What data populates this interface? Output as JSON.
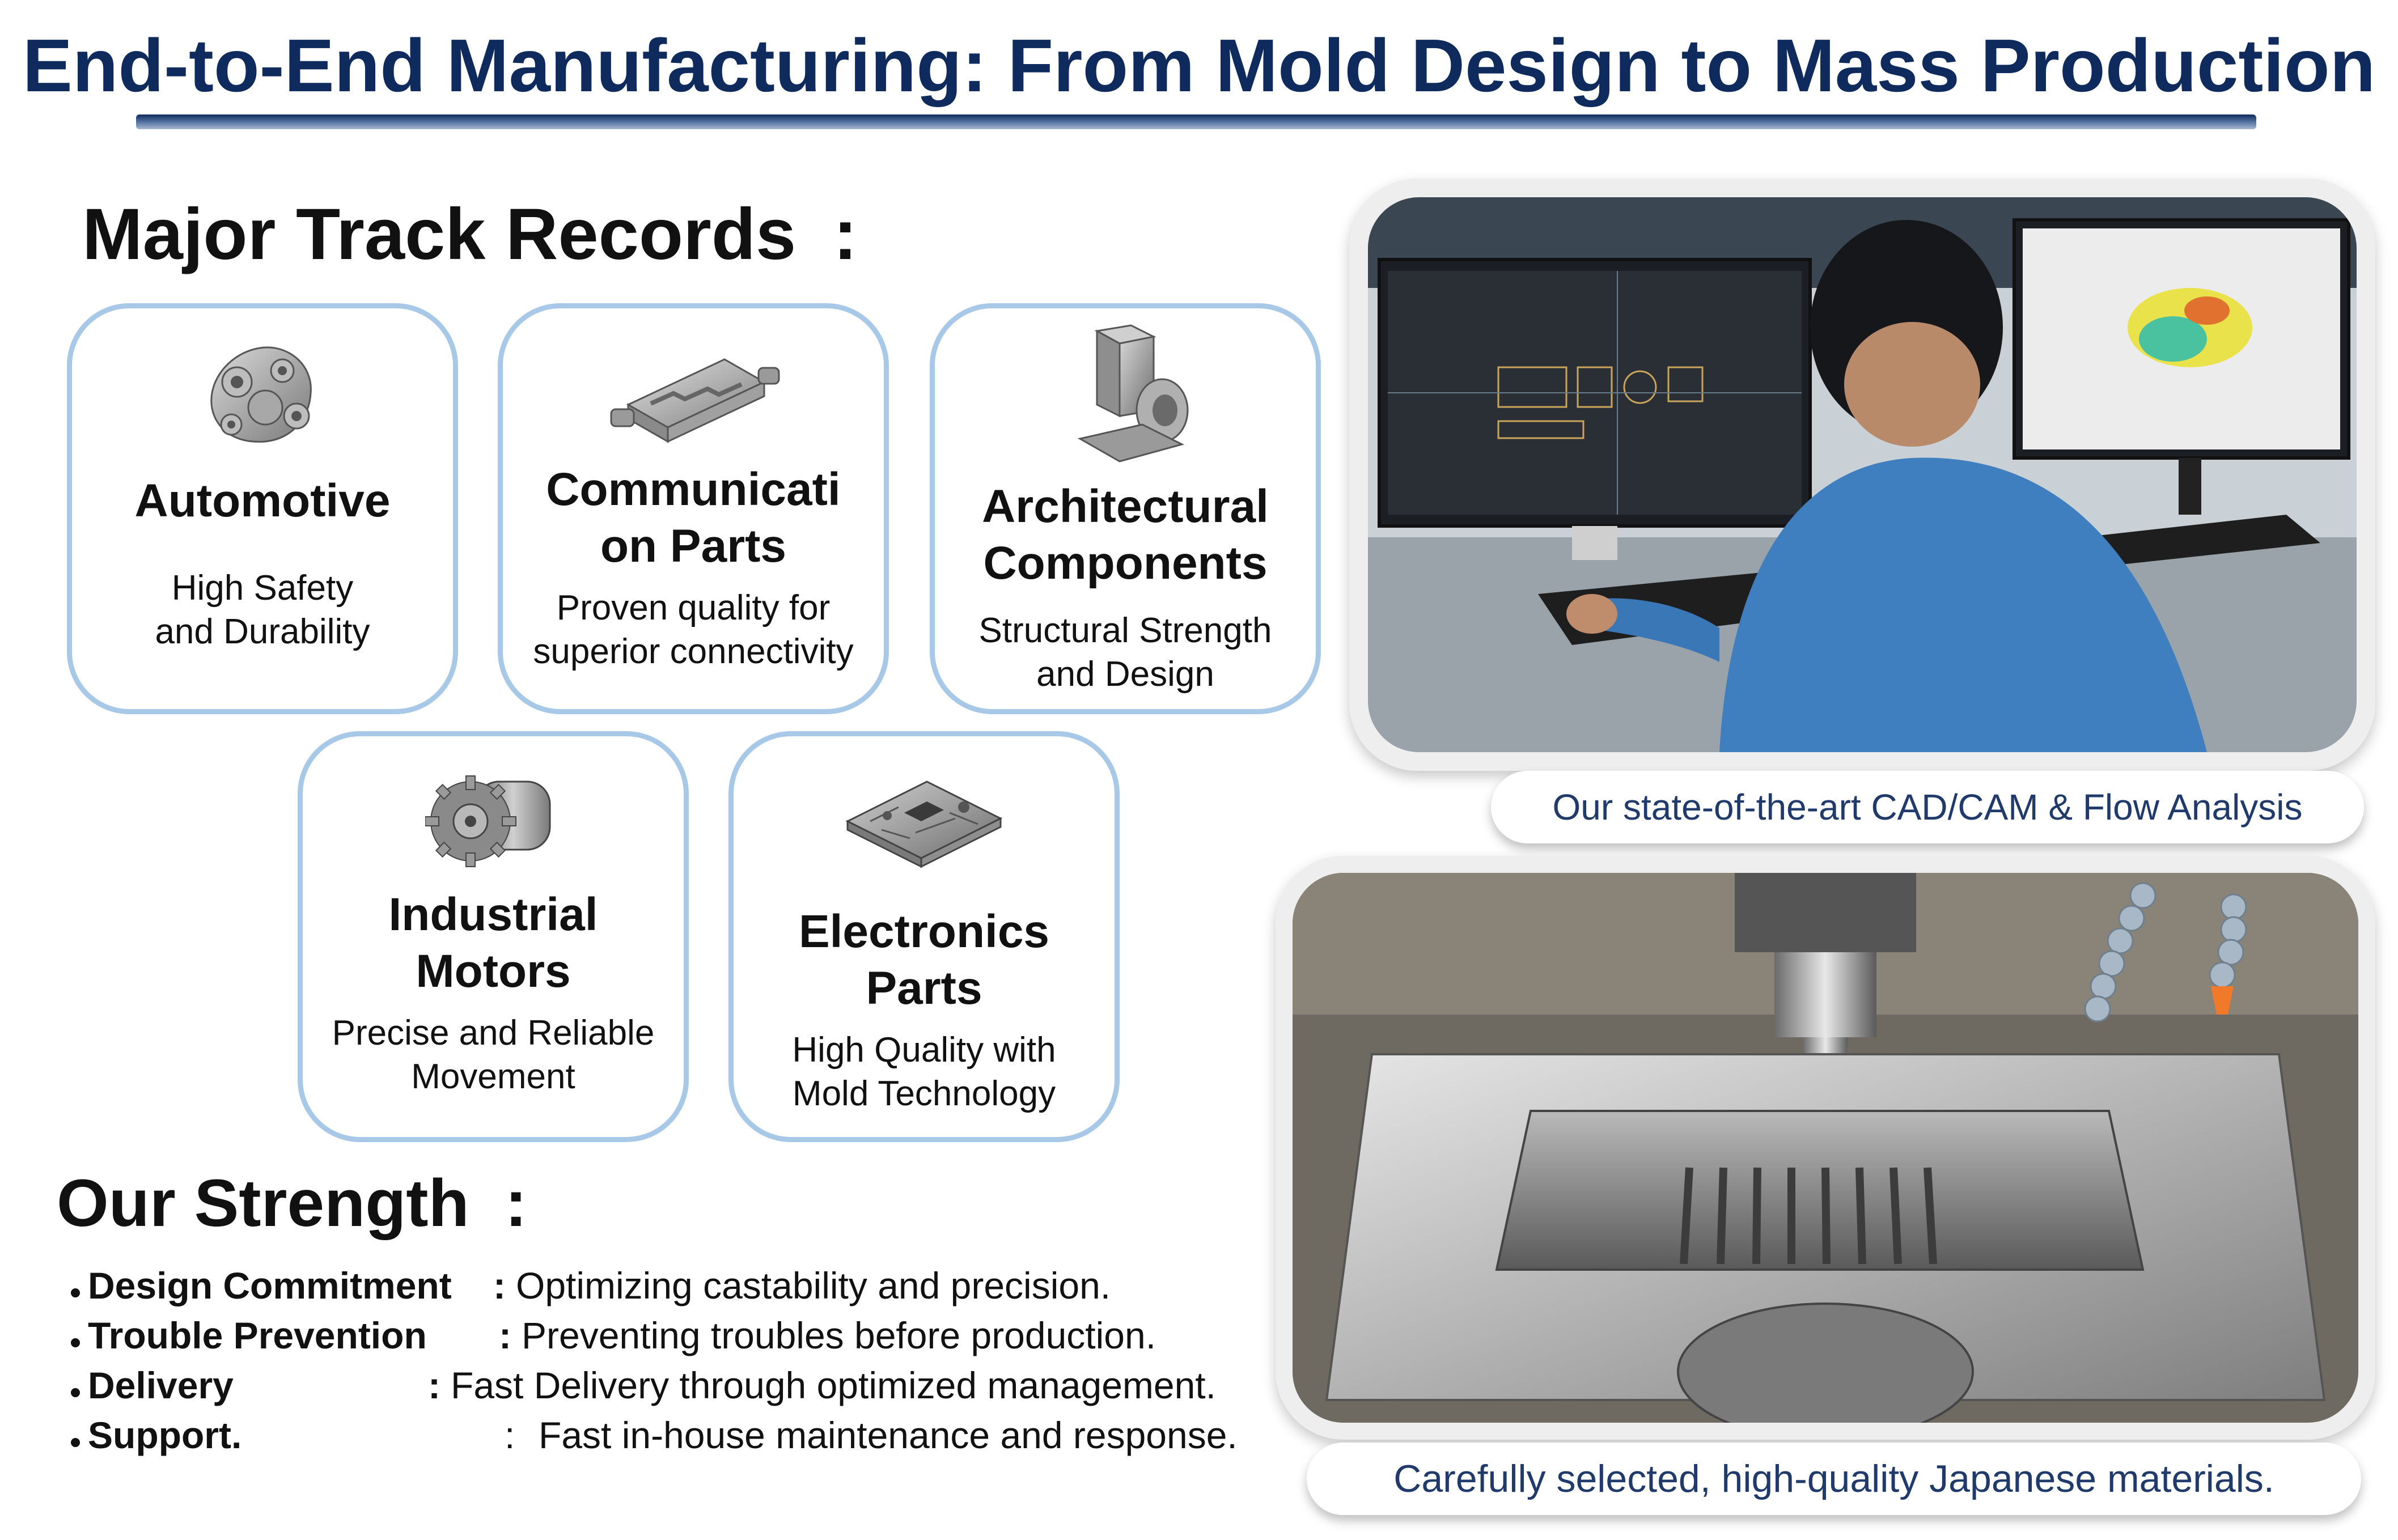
{
  "title": "End-to-End Manufacturing: From Mold Design to Mass Production",
  "track_records": {
    "heading": "Major Track Records",
    "colon": ":",
    "cards": [
      {
        "icon": "automotive-part-icon",
        "title_lines": [
          "Automotive"
        ],
        "sub_lines": [
          "High Safety",
          "and Durability"
        ]
      },
      {
        "icon": "communication-part-icon",
        "title_lines": [
          "Communicati",
          "on Parts"
        ],
        "sub_lines": [
          "Proven quality for",
          "superior connectivity"
        ]
      },
      {
        "icon": "architectural-bracket-icon",
        "title_lines": [
          "Architectural",
          "Components"
        ],
        "sub_lines": [
          "Structural Strength",
          "and Design"
        ]
      },
      {
        "icon": "industrial-motor-icon",
        "title_lines": [
          "Industrial",
          "Motors"
        ],
        "sub_lines": [
          "Precise and Reliable",
          "Movement"
        ]
      },
      {
        "icon": "electronics-board-icon",
        "title_lines": [
          "Electronics",
          "Parts"
        ],
        "sub_lines": [
          "High Quality with",
          "Mold Technology"
        ]
      }
    ]
  },
  "strength": {
    "heading": "Our Strength",
    "colon": ":",
    "items": [
      {
        "bullet": "・",
        "key": "Design Commitment",
        "sep": ":",
        "desc": "Optimizing castability and precision."
      },
      {
        "bullet": "・",
        "key": "Trouble Prevention",
        "sep": ":",
        "desc": "Preventing troubles before production."
      },
      {
        "bullet": "・",
        "key": "Delivery",
        "sep": ":",
        "desc": "Fast Delivery through optimized management."
      },
      {
        "bullet": "・",
        "key": "Support.",
        "sep": ":",
        "desc": "Fast in-house maintenance and response."
      }
    ]
  },
  "photos": {
    "top_caption": "Our state-of-the-art CAD/CAM & Flow Analysis",
    "bottom_caption": "Carefully selected, high-quality Japanese materials."
  },
  "colors": {
    "title": "#0f2a5c",
    "card_border": "#a8c8e8",
    "caption_text": "#1f3a6b"
  }
}
